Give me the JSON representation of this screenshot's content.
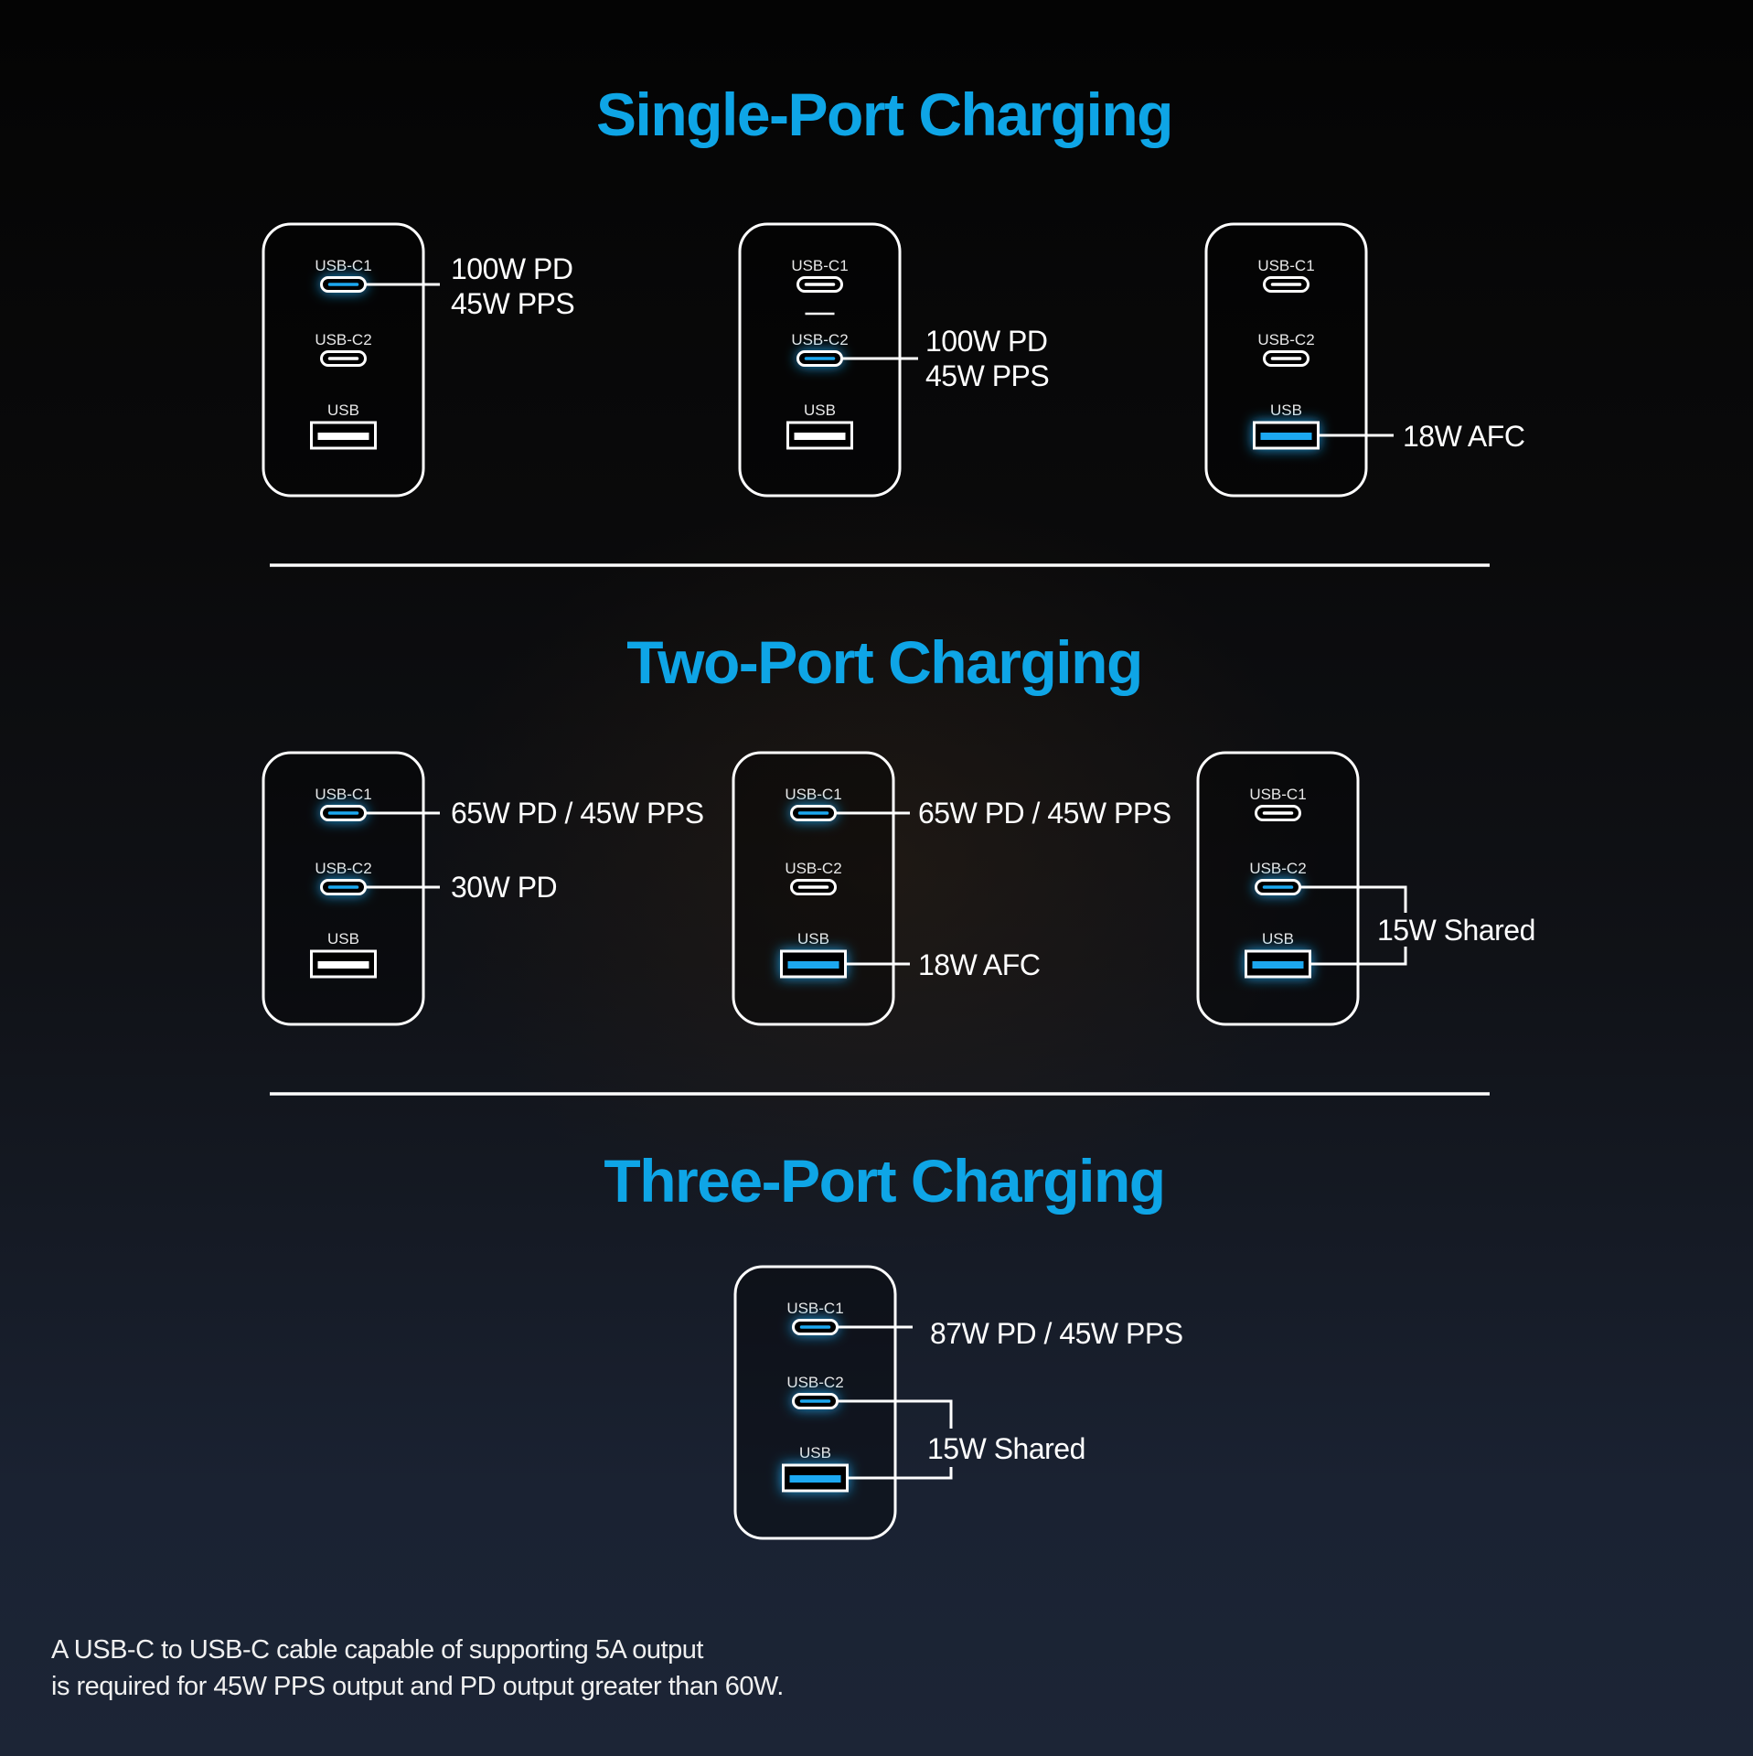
{
  "colors": {
    "title": "#0ea5e6",
    "active_port": "#1ea8f0",
    "outline": "#ffffff"
  },
  "sections": [
    {
      "title": "Single-Port Charging",
      "chargers": [
        {
          "ports": [
            "USB-C1",
            "USB-C2",
            "USB"
          ],
          "active": [
            0
          ],
          "callouts": [
            [
              "100W PD",
              "45W PPS"
            ]
          ]
        },
        {
          "ports": [
            "USB-C1",
            "USB-C2",
            "USB"
          ],
          "active": [
            1
          ],
          "callouts": [
            [
              "100W PD",
              "45W PPS"
            ]
          ]
        },
        {
          "ports": [
            "USB-C1",
            "USB-C2",
            "USB"
          ],
          "active": [
            2
          ],
          "callouts": [
            [
              "18W AFC"
            ]
          ]
        }
      ]
    },
    {
      "title": "Two-Port Charging",
      "chargers": [
        {
          "ports": [
            "USB-C1",
            "USB-C2",
            "USB"
          ],
          "active": [
            0,
            1
          ],
          "callouts": [
            [
              "65W PD / 45W PPS"
            ],
            [
              "30W PD"
            ]
          ]
        },
        {
          "ports": [
            "USB-C1",
            "USB-C2",
            "USB"
          ],
          "active": [
            0,
            2
          ],
          "callouts": [
            [
              "65W PD / 45W PPS"
            ],
            [
              "18W AFC"
            ]
          ]
        },
        {
          "ports": [
            "USB-C1",
            "USB-C2",
            "USB"
          ],
          "active": [
            1,
            2
          ],
          "callouts": [
            [
              "15W Shared"
            ]
          ]
        }
      ]
    },
    {
      "title": "Three-Port Charging",
      "chargers": [
        {
          "ports": [
            "USB-C1",
            "USB-C2",
            "USB"
          ],
          "active": [
            0,
            1,
            2
          ],
          "callouts": [
            [
              "87W PD / 45W PPS"
            ],
            [
              "15W Shared"
            ]
          ]
        }
      ]
    }
  ],
  "footnote": [
    "A USB-C to USB-C cable capable of supporting 5A output",
    "is required for 45W PPS output and PD output greater than 60W."
  ]
}
